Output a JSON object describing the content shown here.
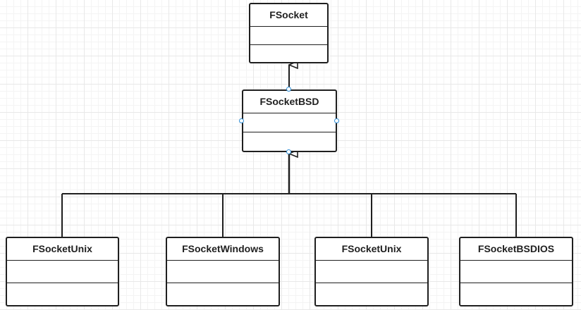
{
  "diagram": {
    "classes": {
      "fsocket": {
        "name": "FSocket"
      },
      "fsocket_bsd": {
        "name": "FSocketBSD"
      },
      "fsocket_unix_1": {
        "name": "FSocketUnix"
      },
      "fsocket_windows": {
        "name": "FSocketWindows"
      },
      "fsocket_unix_2": {
        "name": "FSocketUnix"
      },
      "fsocket_bsdios": {
        "name": "FSocketBSDIOS"
      }
    },
    "relations": [
      {
        "type": "generalization",
        "from": "FSocketBSD",
        "to": "FSocket"
      },
      {
        "type": "generalization",
        "from": "FSocketUnix",
        "to": "FSocketBSD"
      },
      {
        "type": "generalization",
        "from": "FSocketWindows",
        "to": "FSocketBSD"
      },
      {
        "type": "generalization",
        "from": "FSocketUnix",
        "to": "FSocketBSD"
      },
      {
        "type": "generalization",
        "from": "FSocketBSDIOS",
        "to": "FSocketBSD"
      }
    ],
    "colors": {
      "stroke": "#1f1f1f",
      "selection_handle": "#2f8fd8",
      "grid": "#e8e8e8"
    }
  }
}
